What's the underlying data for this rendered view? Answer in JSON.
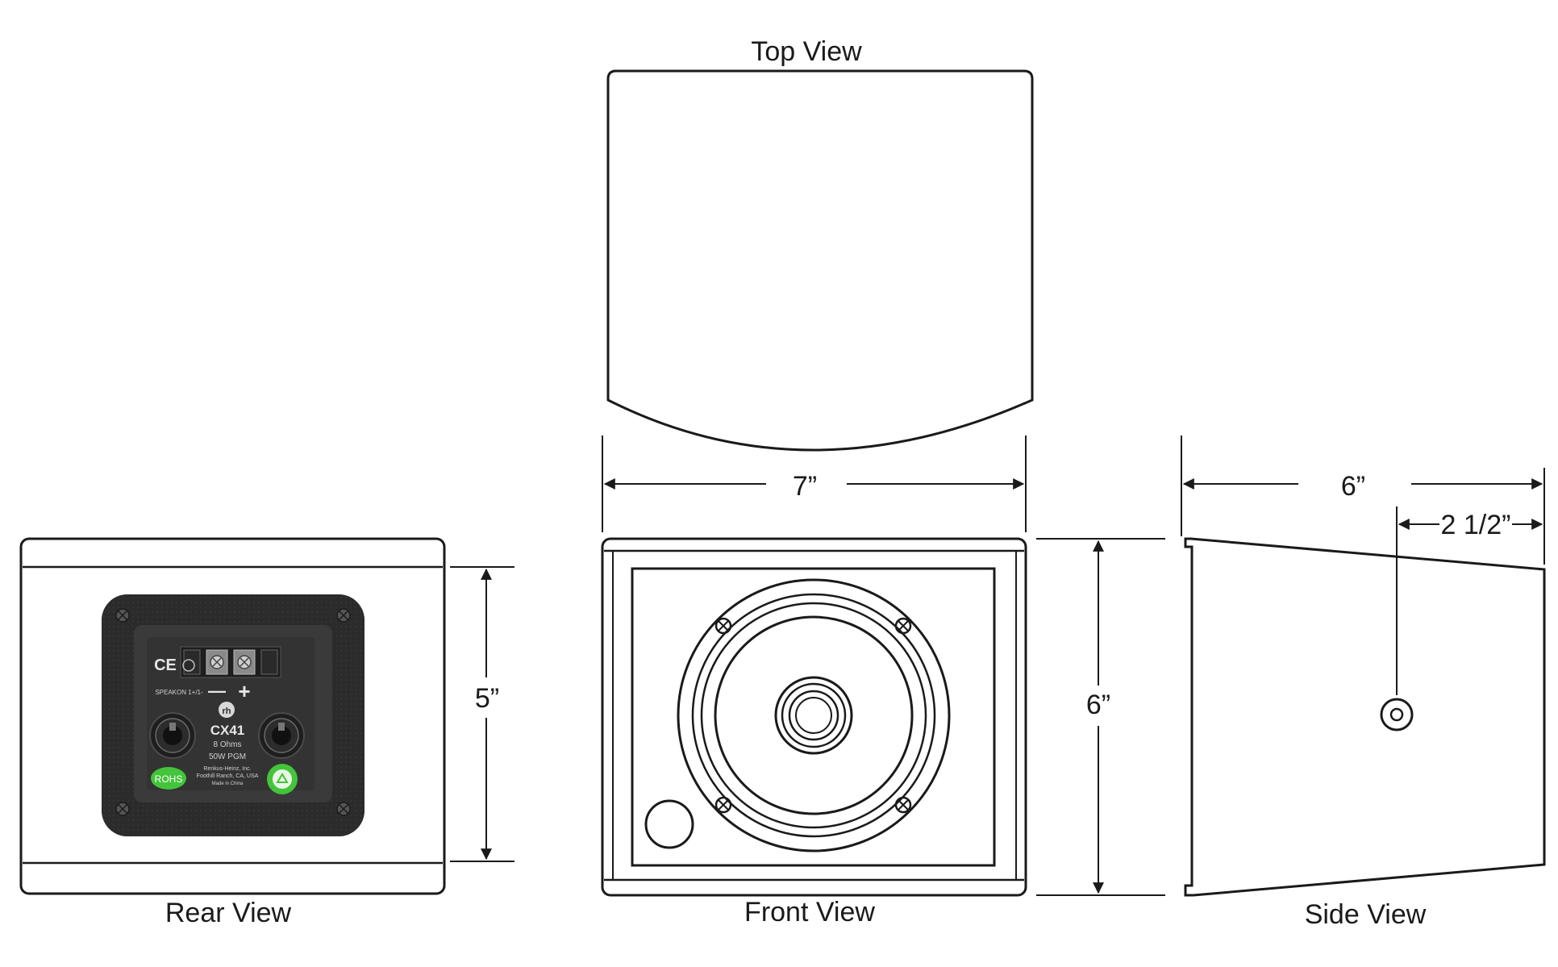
{
  "views": {
    "top": "Top View",
    "front": "Front View",
    "rear": "Rear View",
    "side": "Side View"
  },
  "dimensions": {
    "width": "7”",
    "height_front": "6”",
    "height_rear": "5”",
    "depth": "6”",
    "mount_offset": "2 1/2”"
  },
  "rear_panel": {
    "ce_mark": "CE",
    "terminal_minus": "—",
    "terminal_plus": "+",
    "speakon_label": "SPEAKON 1+/1-",
    "brand_mark": "rh",
    "model": "CX41",
    "impedance": "8 Ohms",
    "power": "50W PGM",
    "maker_line1": "Renkus-Heinz, Inc.",
    "maker_line2": "Foothill Ranch, CA, USA",
    "origin": "Made in China",
    "rohs_badge": "ROHS"
  },
  "colors": {
    "line": "#1a1a1a",
    "panel": "#2b2b2b",
    "plate": "#3a3a3a",
    "badge_green": "#43c43a"
  }
}
